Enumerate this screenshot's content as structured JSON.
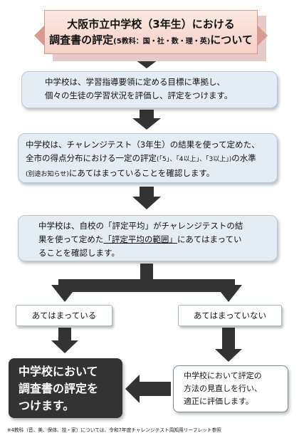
{
  "title": {
    "line1": "大阪市立中学校（3年生）における",
    "line2_main": "調査書の評定",
    "line2_small": "(5教科：国・社・数・理・英)",
    "line2_end": "について"
  },
  "step1": {
    "line1": "中学校は、学習指導要領に定める目標に準拠し、",
    "line2": "個々の生徒の学習状況を評価し、評定をつけます。"
  },
  "step2": {
    "line1": "中学校は、チャレンジテスト（3年生）の結果を使って定めた、",
    "line2_a": "全市の得点分布における一定の評定",
    "line2_b": "(「5」、「4以上」、「3以上」)",
    "line2_c": "の水準",
    "line3_a": "(別途お知らせ)",
    "line3_b": "にあてはまっていることを確認します。"
  },
  "step3": {
    "line1": "中学校は、自校の「評定平均」がチャレンジテストの結",
    "line2_a": "果を使って定めた",
    "line2_b": "「評定平均の範囲」",
    "line2_c": "にあてはまってい",
    "line3": "ることを確認します。"
  },
  "branch_yes": "あてはまっている",
  "branch_no": "あてはまっていない",
  "final_left": {
    "line1": "中学校において",
    "line2": "調査書の評定を",
    "line3": "つけます。"
  },
  "final_right": {
    "line1": "中学校において評定の",
    "line2": "方法の見直しを行い、",
    "line3": "適正に評価します。"
  },
  "footnote": "※4教科（音、美、保体、技・家）については、令和7年度チャレンジテスト周知用リーフレット参照",
  "colors": {
    "arrow": "#333333",
    "box_fill": "#e4ecf6",
    "title_fill": "#f8dcd3",
    "final_fill": "#333333"
  }
}
